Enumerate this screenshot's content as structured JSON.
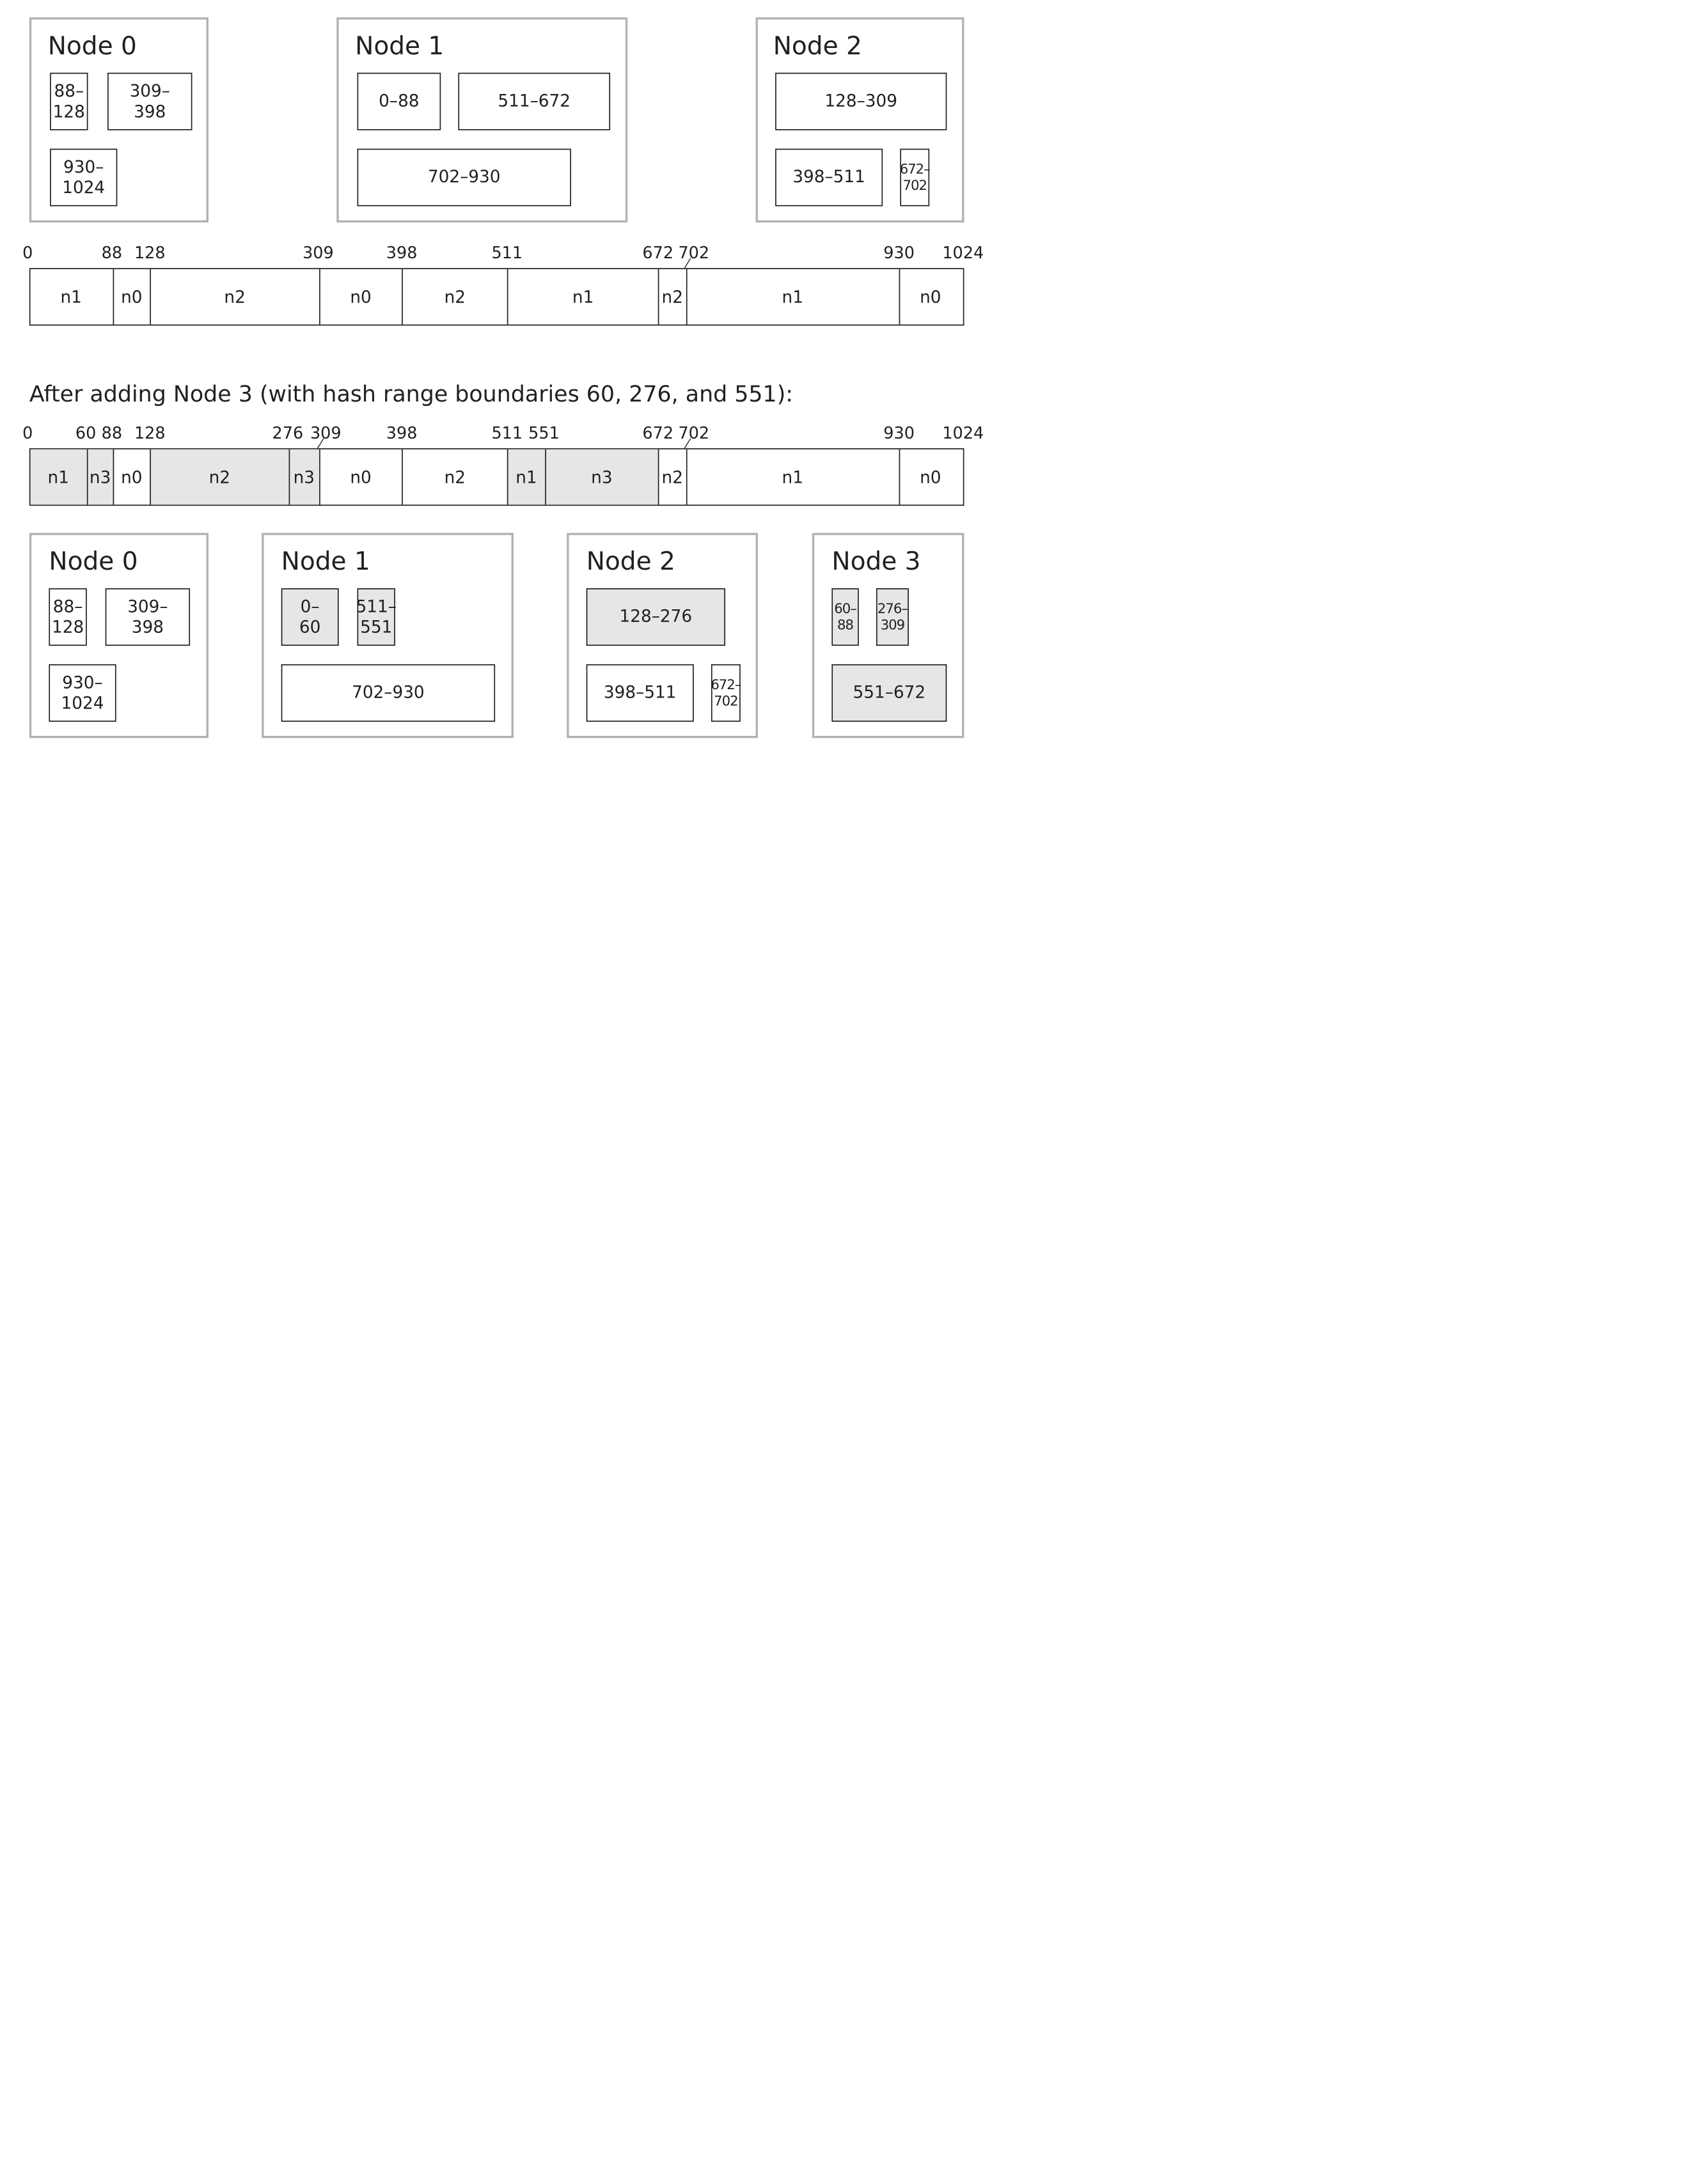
{
  "before": {
    "nodes": [
      {
        "title": "Node 0",
        "ranges": [
          "88–\n128",
          "309–\n398",
          "930–\n1024"
        ]
      },
      {
        "title": "Node 1",
        "ranges": [
          "0–88",
          "511–672",
          "702–930"
        ]
      },
      {
        "title": "Node 2",
        "ranges": [
          "128–309",
          "398–511",
          "672–\n702"
        ]
      }
    ],
    "ring": {
      "ticks": [
        "0",
        "88",
        "128",
        "309",
        "398",
        "511",
        "672",
        "702",
        "930",
        "1024"
      ],
      "segments": [
        "n1",
        "n0",
        "n2",
        "n0",
        "n2",
        "n1",
        "n2",
        "n1",
        "n0"
      ]
    }
  },
  "caption": "After adding Node 3 (with hash range boundaries 60, 276, and 551):",
  "after": {
    "ring": {
      "ticks": [
        "0",
        "60",
        "88",
        "128",
        "276",
        "309",
        "398",
        "511",
        "551",
        "672",
        "702",
        "930",
        "1024"
      ],
      "segments": [
        "n1",
        "n3",
        "n0",
        "n2",
        "n3",
        "n0",
        "n2",
        "n1",
        "n3",
        "n2",
        "n1",
        "n0"
      ],
      "moved": [
        true,
        true,
        false,
        true,
        true,
        false,
        false,
        true,
        true,
        false,
        false,
        false
      ]
    },
    "nodes": [
      {
        "title": "Node 0",
        "ranges": [
          "88–\n128",
          "309–\n398",
          "930–\n1024"
        ],
        "moved": [
          false,
          false,
          false
        ]
      },
      {
        "title": "Node 1",
        "ranges": [
          "0–\n60",
          "511–\n551",
          "702–930"
        ],
        "moved": [
          true,
          true,
          false
        ]
      },
      {
        "title": "Node 2",
        "ranges": [
          "128–276",
          "398–511",
          "672–\n702"
        ],
        "moved": [
          true,
          false,
          false
        ]
      },
      {
        "title": "Node 3",
        "ranges": [
          "60–\n88",
          "276–\n309",
          "551–672"
        ],
        "moved": [
          true,
          true,
          true
        ]
      }
    ]
  },
  "colors": {
    "moved_fill": "#e6e6e6",
    "box_border": "#b2b2b2",
    "line": "#231f20"
  }
}
